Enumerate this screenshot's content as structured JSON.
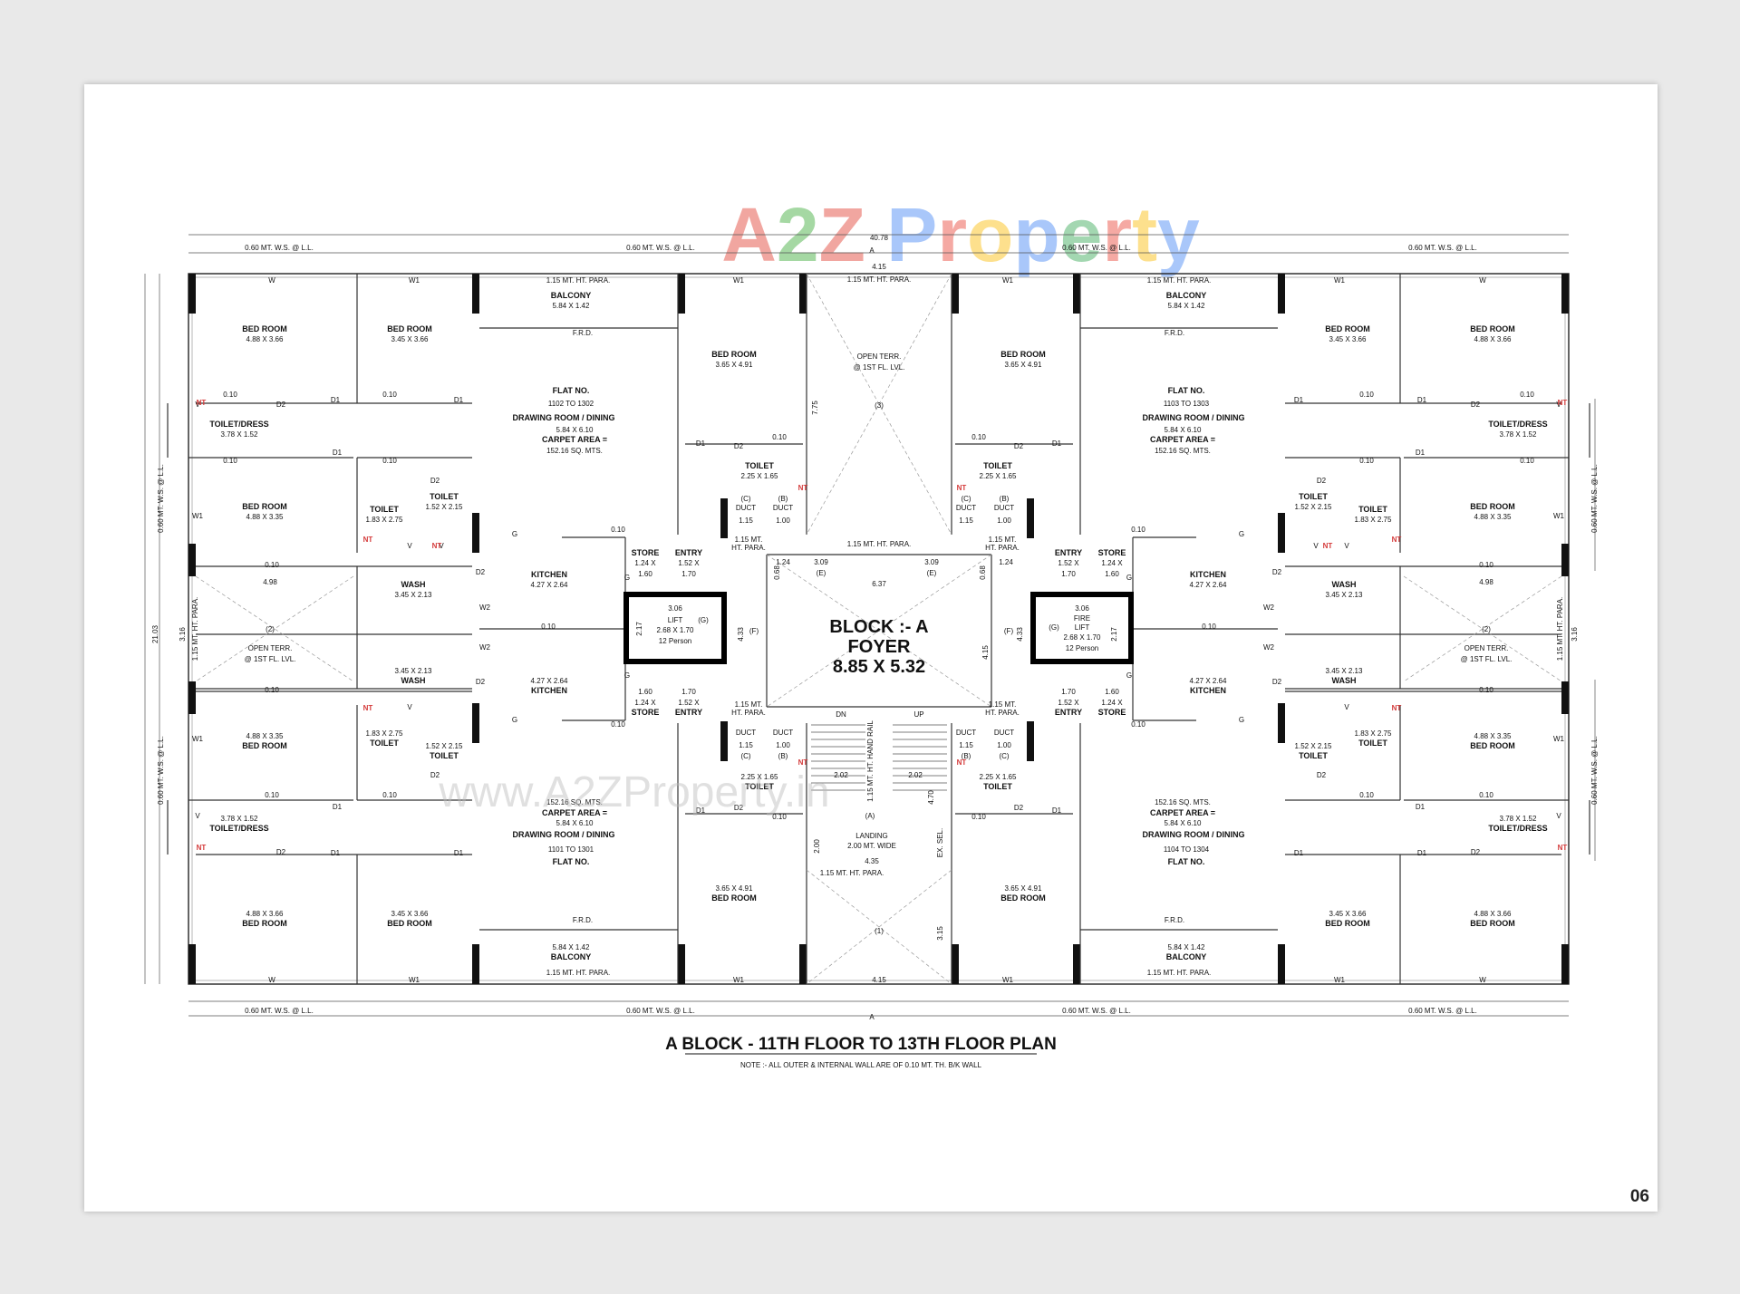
{
  "page_number": "06",
  "plan_title": "A BLOCK - 11TH FLOOR TO  13TH FLOOR PLAN",
  "note": "NOTE :- ALL OUTER & INTERNAL WALL ARE OF 0.10 MT. TH. B/K WALL",
  "watermark": {
    "logo_letters": [
      "A",
      "2",
      "Z",
      " ",
      "P",
      "r",
      "o",
      "p",
      "e",
      "r",
      "t",
      "y"
    ],
    "logo_colors": [
      "#e23b2e",
      "#3aaa35",
      "#e23b2e",
      "#ffffff",
      "#4285f4",
      "#ea4335",
      "#fbbc05",
      "#4285f4",
      "#34a853",
      "#ea4335",
      "#fbbc05",
      "#4285f4"
    ],
    "url": "www.A2ZProperty.in"
  },
  "foyer": {
    "line1": "BLOCK :- A",
    "line2": "FOYER",
    "line3": "8.85 X 5.32"
  },
  "top_labels": {
    "overall": "40.78",
    "ws_1": "0.60 MT. W.S. @ L.L.",
    "ws_2": "0.60 MT. W.S. @ L.L.",
    "ws_3": "0.60 MT. W.S. @ L.L.",
    "ws_4": "0.60 MT. W.S. @ L.L.",
    "section": "A",
    "dim_415": "4.15",
    "para": "1.15 MT. HT. PARA."
  },
  "bottom_labels": {
    "ws_1": "0.60 MT. W.S. @ L.L.",
    "ws_2": "0.60 MT. W.S. @ L.L.",
    "ws_3": "0.60 MT. W.S. @ L.L.",
    "ws_4": "0.60 MT. W.S. @ L.L.",
    "section": "A",
    "dim_415": "4.15"
  },
  "side_labels": {
    "overall": "21.03",
    "dim_316": "3.16",
    "ws_l_top": "0.60 MT. W.S. @ L.L.",
    "ws_l_bot": "0.60 MT. W.S. @ L.L.",
    "ws_r_top": "0.60 MT. W.S. @ L.L.",
    "ws_r_bot": "0.60 MT. W.S. @ L.L."
  },
  "flat_tl": {
    "bed1": {
      "name": "BED ROOM",
      "size": "4.88 X 3.66"
    },
    "bed2": {
      "name": "BED ROOM",
      "size": "3.45 X 3.66"
    },
    "bed3": {
      "name": "BED ROOM",
      "size": "3.65 X 4.91"
    },
    "bed4": {
      "name": "BED ROOM",
      "size": "4.88 X 3.35"
    },
    "balcony": {
      "name": "BALCONY",
      "size": "5.84 X 1.42",
      "para": "1.15 MT. HT. PARA."
    },
    "toilet_dress": {
      "name": "TOILET/DRESS",
      "size": "3.78 X 1.52"
    },
    "toilet_a": {
      "name": "TOILET",
      "size": "1.83 X 2.75"
    },
    "toilet_b": {
      "name": "TOILET",
      "size": "1.52 X 2.15"
    },
    "toilet_c": {
      "name": "TOILET",
      "size": "2.25 X 1.65"
    },
    "wash": {
      "name": "WASH",
      "size": "3.45 X 2.13"
    },
    "kitchen": {
      "name": "KITCHEN",
      "size": "4.27 X 2.64"
    },
    "store": {
      "name": "STORE",
      "size": "1.24 X",
      "size2": "1.60"
    },
    "entry": {
      "name": "ENTRY",
      "size": "1.52 X",
      "size2": "1.70"
    },
    "flat_no": "FLAT NO.",
    "flat_range": "1102 TO 1302",
    "drawing": "DRAWING ROOM / DINING",
    "drawing_size": "5.84 X 6.10",
    "carpet": "CARPET AREA =",
    "carpet_val": "152.16 SQ. MTS.",
    "frd": "F.R.D."
  },
  "flat_bl": {
    "bed1": {
      "name": "BED ROOM",
      "size": "4.88 X 3.66"
    },
    "bed2": {
      "name": "BED ROOM",
      "size": "3.45 X 3.66"
    },
    "bed3": {
      "name": "BED ROOM",
      "size": "3.65 X 4.91"
    },
    "bed4": {
      "name": "BED ROOM",
      "size": "4.88 X 3.35"
    },
    "balcony": {
      "name": "BALCONY",
      "size": "5.84 X 1.42",
      "para": "1.15 MT. HT. PARA."
    },
    "toilet_dress": {
      "name": "TOILET/DRESS",
      "size": "3.78 X 1.52"
    },
    "toilet_a": {
      "name": "TOILET",
      "size": "1.83 X 2.75"
    },
    "toilet_b": {
      "name": "TOILET",
      "size": "1.52 X 2.15"
    },
    "toilet_c": {
      "name": "TOILET",
      "size": "2.25 X 1.65"
    },
    "wash": {
      "name": "WASH",
      "size": "3.45 X 2.13"
    },
    "kitchen": {
      "name": "KITCHEN",
      "size": "4.27 X 2.64"
    },
    "store": {
      "name": "STORE",
      "size": "1.24 X",
      "size2": "1.60"
    },
    "entry": {
      "name": "ENTRY",
      "size": "1.52 X",
      "size2": "1.70"
    },
    "flat_no": "FLAT NO.",
    "flat_range": "1101 TO 1301",
    "drawing": "DRAWING ROOM / DINING",
    "drawing_size": "5.84 X 6.10",
    "carpet": "CARPET AREA =",
    "carpet_val": "152.16 SQ. MTS.",
    "frd": "F.R.D."
  },
  "flat_tr": {
    "bed1": {
      "name": "BED ROOM",
      "size": "4.88 X 3.66"
    },
    "bed2": {
      "name": "BED ROOM",
      "size": "3.45 X 3.66"
    },
    "bed3": {
      "name": "BED ROOM",
      "size": "3.65 X 4.91"
    },
    "bed4": {
      "name": "BED ROOM",
      "size": "4.88 X 3.35"
    },
    "balcony": {
      "name": "BALCONY",
      "size": "5.84 X 1.42",
      "para": "1.15 MT. HT. PARA."
    },
    "toilet_dress": {
      "name": "TOILET/DRESS",
      "size": "3.78 X 1.52"
    },
    "toilet_a": {
      "name": "TOILET",
      "size": "1.83 X 2.75"
    },
    "toilet_b": {
      "name": "TOILET",
      "size": "1.52 X 2.15"
    },
    "toilet_c": {
      "name": "TOILET",
      "size": "2.25 X 1.65"
    },
    "wash": {
      "name": "WASH",
      "size": "3.45 X 2.13"
    },
    "kitchen": {
      "name": "KITCHEN",
      "size": "4.27 X 2.64"
    },
    "store": {
      "name": "STORE",
      "size": "1.24 X",
      "size2": "1.60"
    },
    "entry": {
      "name": "ENTRY",
      "size": "1.52 X",
      "size2": "1.70"
    },
    "flat_no": "FLAT NO.",
    "flat_range": "1103 TO 1303",
    "drawing": "DRAWING ROOM / DINING",
    "drawing_size": "5.84 X 6.10",
    "carpet": "CARPET AREA =",
    "carpet_val": "152.16 SQ. MTS.",
    "frd": "F.R.D."
  },
  "flat_br": {
    "bed1": {
      "name": "BED ROOM",
      "size": "4.88 X 3.66"
    },
    "bed2": {
      "name": "BED ROOM",
      "size": "3.45 X 3.66"
    },
    "bed3": {
      "name": "BED ROOM",
      "size": "3.65 X 4.91"
    },
    "bed4": {
      "name": "BED ROOM",
      "size": "4.88 X 3.35"
    },
    "balcony": {
      "name": "BALCONY",
      "size": "5.84 X 1.42",
      "para": "1.15 MT. HT. PARA."
    },
    "toilet_dress": {
      "name": "TOILET/DRESS",
      "size": "3.78 X 1.52"
    },
    "toilet_a": {
      "name": "TOILET",
      "size": "1.83 X 2.75"
    },
    "toilet_b": {
      "name": "TOILET",
      "size": "1.52 X 2.15"
    },
    "toilet_c": {
      "name": "TOILET",
      "size": "2.25 X 1.65"
    },
    "wash": {
      "name": "WASH",
      "size": "3.45 X 2.13"
    },
    "kitchen": {
      "name": "KITCHEN",
      "size": "4.27 X 2.64"
    },
    "store": {
      "name": "STORE",
      "size": "1.24 X",
      "size2": "1.60"
    },
    "entry": {
      "name": "ENTRY",
      "size": "1.52 X",
      "size2": "1.70"
    },
    "flat_no": "FLAT NO.",
    "flat_range": "1104 TO 1304",
    "drawing": "DRAWING ROOM / DINING",
    "drawing_size": "5.84 X 6.10",
    "carpet": "CARPET AREA =",
    "carpet_val": "152.16 SQ. MTS.",
    "frd": "F.R.D."
  },
  "open_terr": {
    "name": "OPEN TERR.",
    "level": "@ 1ST FL. LVL.",
    "top_tag": "(3)",
    "bottom_tag": "(1)",
    "left_tag": "(2)",
    "right_tag": "(2)",
    "dim_498": "4.98",
    "para": "1.15 MT. HT. PARA."
  },
  "lift_left": {
    "top": "3.06",
    "name": "LIFT",
    "size": "2.68 X 1.70",
    "capacity": "12 Person",
    "tag": "(G)",
    "side": "2.17"
  },
  "lift_right": {
    "top": "3.06",
    "name": "FIRE",
    "name2": "LIFT",
    "size": "2.68 X 1.70",
    "capacity": "12 Person",
    "tag": "(G)",
    "side": "2.17"
  },
  "core": {
    "duct": "DUCT",
    "dim_115": "1.15",
    "dim_100": "1.00",
    "dim_124": "1.24",
    "dim_309": "3.09",
    "dim_637": "6.37",
    "dim_433": "4.33",
    "dim_415": "4.15",
    "dim_068": "0.68",
    "dim_202": "2.02",
    "dim_470": "4.70",
    "dim_200": "2.00",
    "dim_435": "4.35",
    "dim_775": "7.75",
    "dim_315": "3.15",
    "para": "1.15 MT. HT. PARA.",
    "ht_para1": "1.15 MT.",
    "ht_para2": "HT. PARA.",
    "hand_rail": "1.15 MT. HT. HAND RAIL",
    "landing": "LANDING",
    "landing_wide": "2.00 MT. WIDE",
    "dn": "DN",
    "up": "UP",
    "tag_a": "(A)",
    "tag_e": "(E)",
    "tag_f": "(F)",
    "tag_b": "(B)",
    "tag_c": "(C)",
    "gap": "0.10",
    "hose": "EX. SEL."
  },
  "marks": {
    "nt": "NT",
    "d1": "D1",
    "d2": "D2",
    "w": "W",
    "w1": "W1",
    "w2": "W2",
    "v": "V",
    "g": "G",
    "t010": "0.10"
  }
}
